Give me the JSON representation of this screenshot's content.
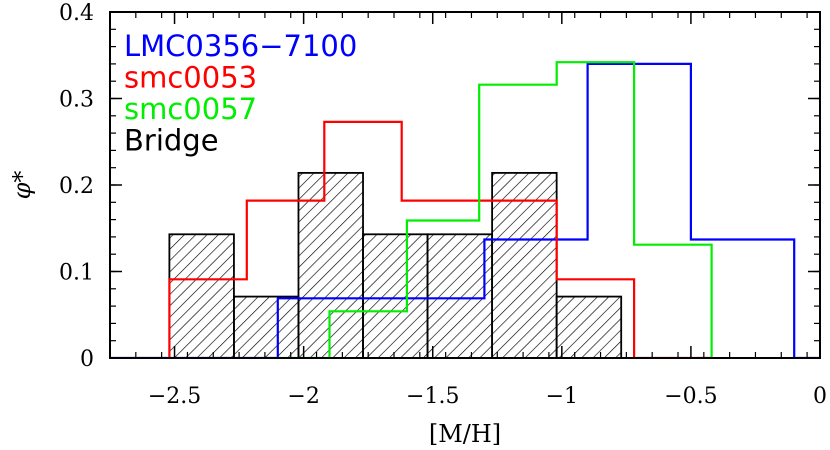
{
  "chart_data": {
    "type": "step-histogram",
    "xlabel": "[M/H]",
    "ylabel": "φ*",
    "xlim": [
      -2.75,
      0
    ],
    "ylim": [
      0,
      0.4
    ],
    "x_ticks": [
      -2.5,
      -2,
      -1.5,
      -1,
      -0.5,
      0
    ],
    "x_tick_labels": [
      "−2.5",
      "−2",
      "−1.5",
      "−1",
      "−0.5",
      "0"
    ],
    "y_ticks": [
      0,
      0.1,
      0.2,
      0.3,
      0.4
    ],
    "y_tick_labels": [
      "0",
      "0.1",
      "0.2",
      "0.3",
      "0.4"
    ],
    "grid": false,
    "legend": {
      "placement": "top-left"
    },
    "series": [
      {
        "name": "Bridge",
        "color": "#000000",
        "style": "hatched",
        "bins": [
          {
            "x0": -2.52,
            "x1": -2.27,
            "y": 0.143
          },
          {
            "x0": -2.27,
            "x1": -2.02,
            "y": 0.071
          },
          {
            "x0": -2.02,
            "x1": -1.77,
            "y": 0.214
          },
          {
            "x0": -1.77,
            "x1": -1.52,
            "y": 0.143
          },
          {
            "x0": -1.52,
            "x1": -1.27,
            "y": 0.143
          },
          {
            "x0": -1.27,
            "x1": -1.02,
            "y": 0.214
          },
          {
            "x0": -1.02,
            "x1": -0.77,
            "y": 0.071
          }
        ]
      },
      {
        "name": "LMC0356−7100",
        "color": "#0000ff",
        "style": "step",
        "x": [
          -2.75,
          -2.1,
          -2.1,
          -1.6,
          -1.6,
          -1.3,
          -1.3,
          -0.9,
          -0.9,
          -0.5,
          -0.5,
          -0.1,
          -0.1,
          0
        ],
        "y": [
          0,
          0,
          0.069,
          0.069,
          0.069,
          0.069,
          0.137,
          0.137,
          0.34,
          0.34,
          0.137,
          0.137,
          0,
          0
        ]
      },
      {
        "name": "smc0053",
        "color": "#ff0000",
        "style": "step",
        "x": [
          -2.52,
          -2.52,
          -2.22,
          -2.22,
          -1.92,
          -1.92,
          -1.62,
          -1.62,
          -1.02,
          -1.02,
          -0.72,
          -0.72,
          -0.42
        ],
        "y": [
          0,
          0.091,
          0.091,
          0.182,
          0.182,
          0.273,
          0.273,
          0.182,
          0.182,
          0.091,
          0.091,
          0,
          0
        ]
      },
      {
        "name": "smc0057",
        "color": "#00ee00",
        "style": "step",
        "x": [
          -2.1,
          -1.9,
          -1.9,
          -1.6,
          -1.6,
          -1.32,
          -1.32,
          -1.02,
          -1.02,
          -0.72,
          -0.72,
          -0.42,
          -0.42
        ],
        "y": [
          0,
          0,
          0.054,
          0.054,
          0.159,
          0.159,
          0.316,
          0.316,
          0.342,
          0.342,
          0.131,
          0.131,
          0
        ]
      }
    ]
  },
  "legend_items": [
    {
      "label": "LMC0356−7100",
      "color": "#0000ff"
    },
    {
      "label": "smc0053",
      "color": "#ff0000"
    },
    {
      "label": "smc0057",
      "color": "#00ee00"
    },
    {
      "label": "Bridge",
      "color": "#000000"
    }
  ]
}
